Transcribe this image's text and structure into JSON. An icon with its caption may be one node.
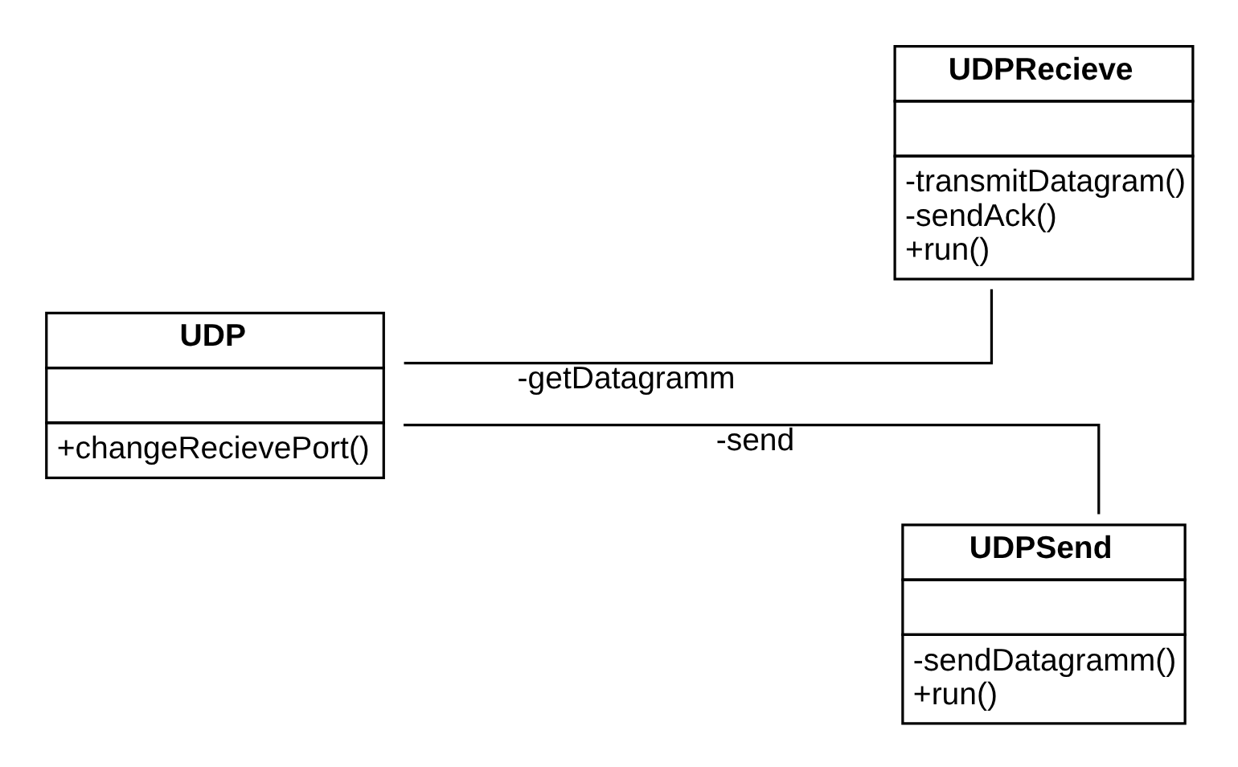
{
  "diagram": {
    "nodes": [
      {
        "text": [
          "UDP",
          "+changeRecievePort()"
        ]
      },
      {
        "text": [
          "UDPRecieve",
          "-transmitDatagram()",
          "-sendAck()",
          "+run()"
        ]
      },
      {
        "text": [
          "UDPSend",
          "-sendDatagramm()",
          "+run()"
        ]
      }
    ],
    "edges": [
      {
        "from": 0,
        "to": 1,
        "arrow": "none",
        "label": "-getDatagramm"
      },
      {
        "from": 0,
        "to": 2,
        "arrow": "none",
        "label": "-send"
      }
    ]
  }
}
